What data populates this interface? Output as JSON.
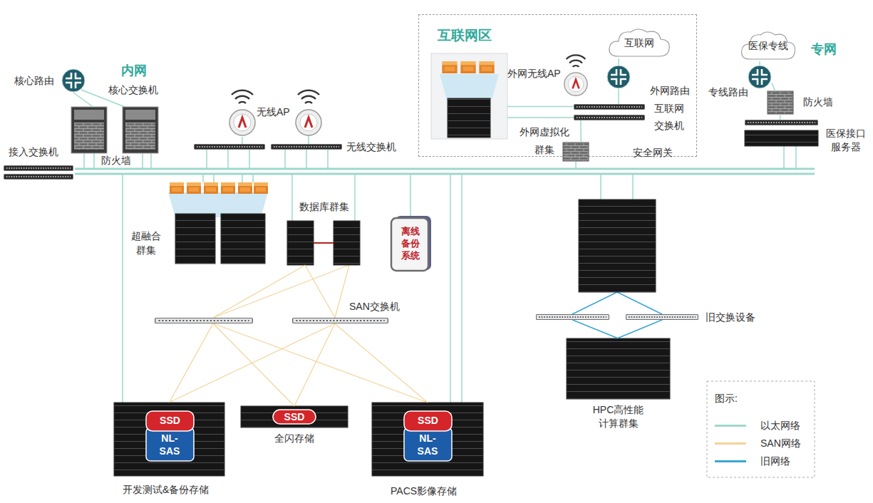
{
  "diagram": {
    "nodes": [
      {
        "text": [
          "互联网区"
        ]
      },
      {
        "text": [
          "外网虚拟化 群集"
        ],
        "in": 0
      },
      {
        "text": [
          "外网无线AP"
        ],
        "in": 0
      },
      {
        "text": [
          "互联网"
        ],
        "in": 0
      },
      {
        "text": [
          "外网路由"
        ],
        "in": 0
      },
      {
        "text": [
          "互联网 交换机"
        ],
        "in": 0
      },
      {
        "text": [
          "安全网关"
        ],
        "in": 0
      },
      {
        "text": [
          "核心路由"
        ]
      },
      {
        "text": [
          "核心交换机"
        ]
      },
      {
        "text": [
          "接入交换机"
        ]
      },
      {
        "text": [
          "无线AP"
        ]
      },
      {
        "text": [
          "无线交换机"
        ]
      },
      {
        "text": [
          "医保专线"
        ]
      },
      {
        "text": [
          "专线路由"
        ]
      },
      {
        "text": [
          "防火墙"
        ]
      },
      {
        "text": [
          "医保接口 服务器"
        ]
      },
      {
        "text": [
          "超融合 群集"
        ]
      },
      {
        "text": [
          "数据库群集"
        ]
      },
      {
        "text": [
          "离线 备份 系统"
        ]
      },
      {
        "text": [
          "SAN交换机"
        ]
      },
      {
        "text": [
          "SSD",
          "NL-SAS",
          "开发测试&备份存储"
        ]
      },
      {
        "text": [
          "SSD",
          "全闪存储"
        ]
      },
      {
        "text": [
          "SSD",
          "NL-SAS",
          "PACS影像存储"
        ]
      },
      {
        "text": [
          "旧交换设备"
        ]
      },
      {
        "text": [
          "HPC高性能 计算群集"
        ]
      }
    ],
    "edges": [
      {
        "from": 3,
        "to": 4,
        "arrow": "none"
      },
      {
        "from": 4,
        "to": 5,
        "arrow": "none"
      },
      {
        "from": 1,
        "to": 5,
        "arrow": "none"
      },
      {
        "from": 5,
        "to": 6,
        "arrow": "none"
      },
      {
        "from": 7,
        "to": 8,
        "arrow": "none"
      },
      {
        "from": 10,
        "to": 11,
        "arrow": "none"
      },
      {
        "from": 12,
        "to": 13,
        "arrow": "none"
      },
      {
        "from": 13,
        "to": 14,
        "arrow": "none"
      },
      {
        "from": 14,
        "to": 15,
        "arrow": "none"
      },
      {
        "from": 17,
        "to": 19,
        "arrow": "none"
      },
      {
        "from": 19,
        "to": 20,
        "arrow": "none"
      },
      {
        "from": 19,
        "to": 21,
        "arrow": "none"
      },
      {
        "from": 19,
        "to": 22,
        "arrow": "none"
      },
      {
        "from": 23,
        "to": 24,
        "arrow": "none"
      }
    ],
    "labels": [
      "内网",
      "防火墙",
      "专网",
      "图示:"
    ],
    "legend": [
      {
        "text": "以太网络",
        "color": "#9fd8cd"
      },
      {
        "text": "SAN网络",
        "color": "#f2d49a"
      },
      {
        "text": "旧网络",
        "color": "#3aa6d6"
      }
    ]
  }
}
